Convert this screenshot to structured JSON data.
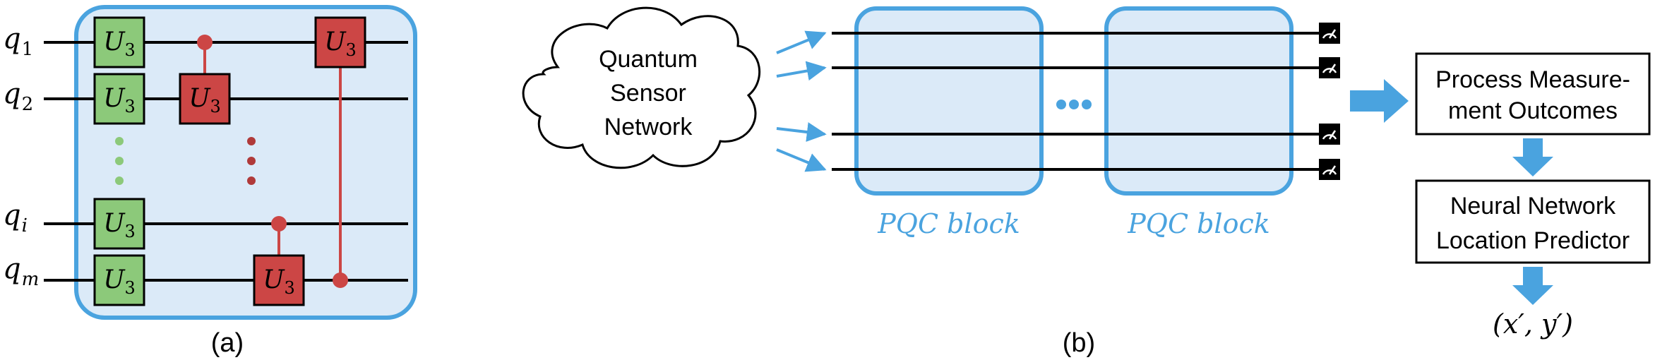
{
  "panel_a": {
    "caption": "(a)",
    "qubit_labels": [
      {
        "base": "q",
        "sub": "1"
      },
      {
        "base": "q",
        "sub": "2"
      },
      {
        "base": "q",
        "sub": "i"
      },
      {
        "base": "q",
        "sub": "m"
      }
    ],
    "gate_base": "U",
    "gate_sub": "3",
    "colors": {
      "block_fill": "#dbeaf8",
      "block_border": "#4aa3df",
      "single_gate_fill": "#8cc97a",
      "controlled_gate_fill": "#cc4645",
      "wire": "#000000",
      "dot_green": "#8cc97a",
      "dot_red": "#b03a3a"
    }
  },
  "panel_b": {
    "caption": "(b)",
    "cloud_lines": [
      "Quantum",
      "Sensor",
      "Network"
    ],
    "pqc_label": "PQC block",
    "ellipsis": "•••",
    "box1_lines": [
      "Process Measure-",
      "ment Outcomes"
    ],
    "box2_lines": [
      "Neural Network",
      "Location Predictor"
    ],
    "output": "(x′, y′)",
    "colors": {
      "arrow": "#4aa3df",
      "pqc_fill": "#dbeaf8",
      "pqc_border": "#4aa3df",
      "pqc_label": "#4aa3df",
      "meter_fill": "#000000",
      "box_border": "#000000"
    }
  }
}
